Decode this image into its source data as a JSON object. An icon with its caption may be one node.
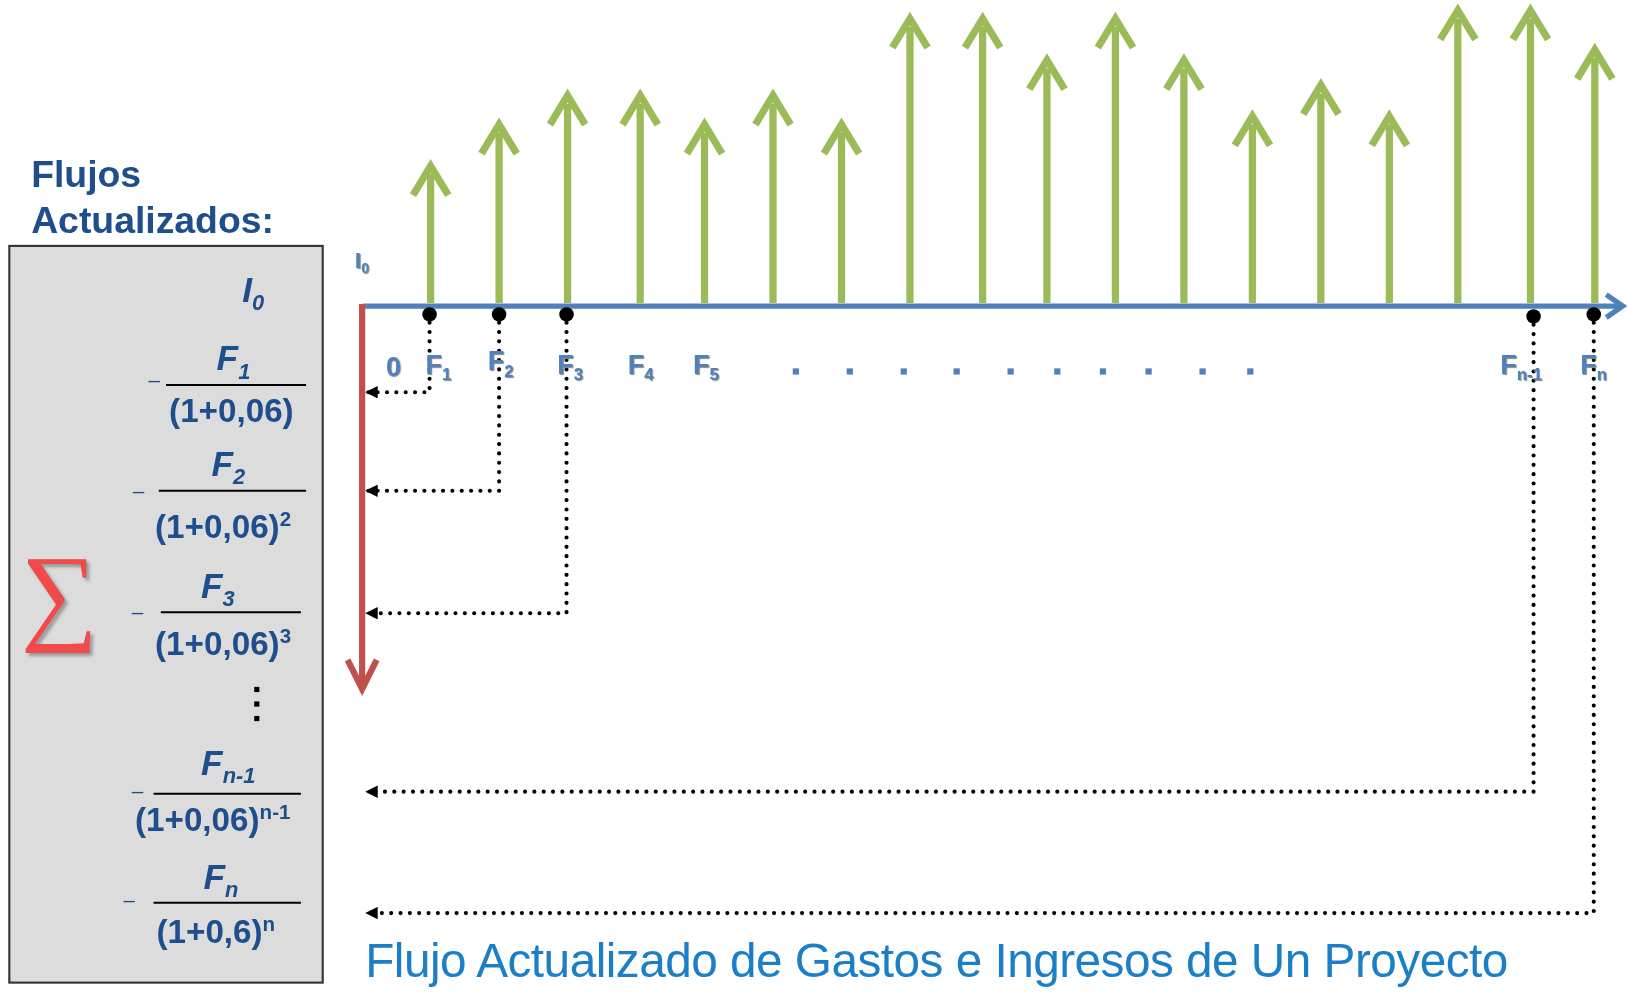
{
  "diagram": {
    "caption": "Flujo Actualizado de Gastos e Ingresos de Un Proyecto",
    "nodes": [
      {
        "text": [
          "Flujos Actualizados:",
          "I$_{0}$",
          "–",
          "F$_{1}$",
          "(1+0,06)",
          "–",
          "F$_{2}$",
          "(1+0,06)$^{2}$",
          "∑",
          "–",
          "F$_{3}$",
          "(1+0,06)$^{3}$",
          "–",
          "F$_{n-1}$",
          "(1+0,06)$^{n-1}$",
          "–",
          "F$_{n}$",
          "(1+0,6)$^{n}$"
        ]
      },
      {
        "text": [],
        "shape": "circle"
      },
      {
        "text": [],
        "shape": "circle"
      },
      {
        "text": [],
        "shape": "circle"
      },
      {
        "text": [],
        "shape": "circle"
      },
      {
        "text": [],
        "shape": "circle"
      }
    ],
    "edges": [
      {
        "from": 1,
        "to": 0,
        "arrow": "to",
        "style": "dashed"
      },
      {
        "from": 2,
        "to": 0,
        "arrow": "to",
        "style": "dashed"
      },
      {
        "from": 3,
        "to": 0,
        "arrow": "to",
        "style": "dashed"
      },
      {
        "from": 4,
        "to": 0,
        "arrow": "to",
        "style": "dashed"
      },
      {
        "from": 5,
        "to": 0,
        "arrow": "to",
        "style": "dashed"
      }
    ],
    "labels": [
      "I$_{0}$",
      "0",
      "F$_{1}$",
      "F$_{2}$",
      "F$_{3}$",
      "F$_{4}$",
      "F$_{5}$",
      "F$_{n-1}$",
      "F$_{n}$"
    ]
  }
}
